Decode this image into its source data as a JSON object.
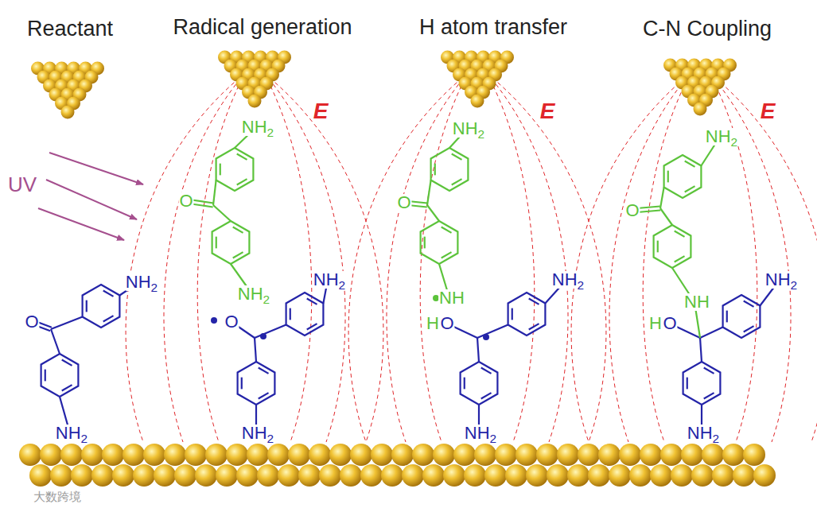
{
  "diagram": {
    "labels": [
      "Reactant",
      "Radical generation",
      "H atom transfer",
      "C-N Coupling",
      "UV",
      "NH2",
      "O",
      "NH2",
      "NH2",
      "O",
      "NH2",
      "NH2",
      "O",
      "NH2",
      "E",
      "NH2",
      "O",
      "NH",
      "NH2",
      "H",
      "O",
      "NH2",
      "E",
      "NH2",
      "O",
      "NH",
      "NH2",
      "H",
      "O",
      "NH2",
      "E",
      "大数跨境"
    ]
  }
}
